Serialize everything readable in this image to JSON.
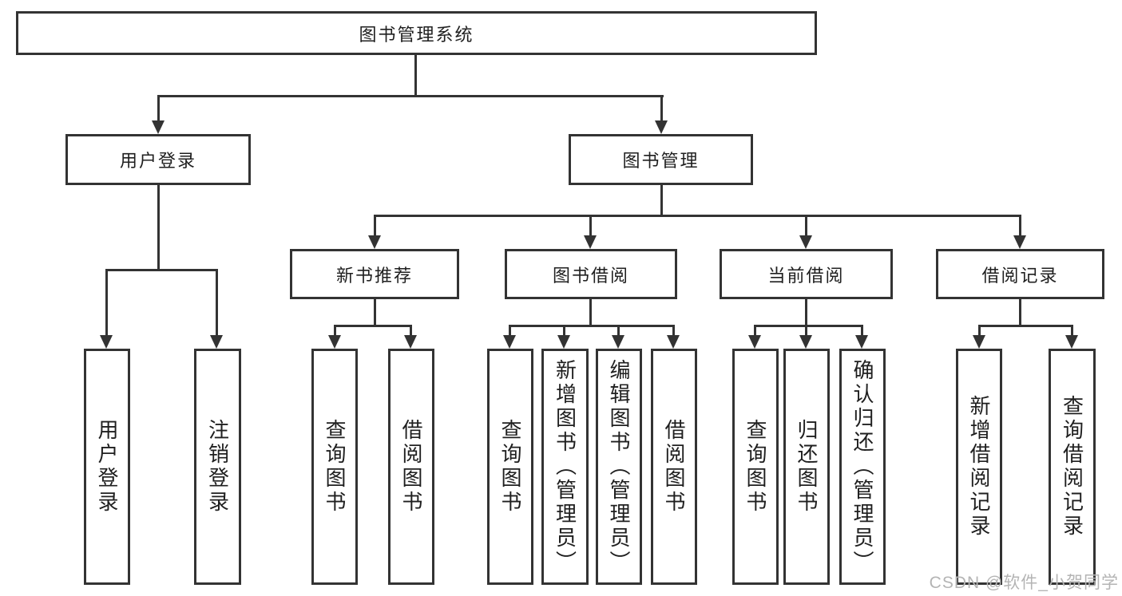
{
  "tree": {
    "root": {
      "label": "图书管理系统"
    },
    "branches": [
      {
        "label": "用户登录",
        "children": [
          {
            "label": "用户登录"
          },
          {
            "label": "注销登录"
          }
        ]
      },
      {
        "label": "图书管理",
        "children": [
          {
            "label": "新书推荐",
            "children": [
              {
                "label": "查询图书"
              },
              {
                "label": "借阅图书"
              }
            ]
          },
          {
            "label": "图书借阅",
            "children": [
              {
                "label": "查询图书"
              },
              {
                "label": "新增图书（管理员）"
              },
              {
                "label": "编辑图书（管理员）"
              },
              {
                "label": "借阅图书"
              }
            ]
          },
          {
            "label": "当前借阅",
            "children": [
              {
                "label": "查询图书"
              },
              {
                "label": "归还图书"
              },
              {
                "label": "确认归还（管理员）"
              }
            ]
          },
          {
            "label": "借阅记录",
            "children": [
              {
                "label": "新增借阅记录"
              },
              {
                "label": "查询借阅记录"
              }
            ]
          }
        ]
      }
    ]
  },
  "watermark": {
    "text": "CSDN @软件_小贺同学"
  },
  "colors": {
    "line": "#333333",
    "text": "#1f1f1f",
    "background": "#ffffff",
    "watermark": "#b4b4b4"
  }
}
